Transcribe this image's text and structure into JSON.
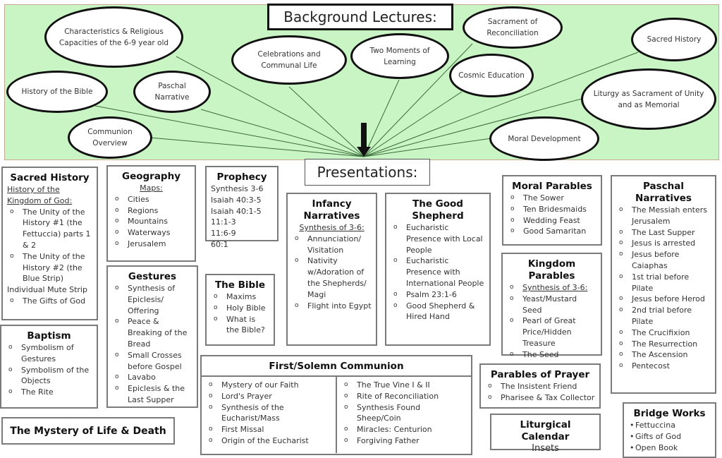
{
  "background": {
    "title": "Background Lectures:",
    "panel_color": "#c9f5c4",
    "lectures": [
      "Characteristics & Religious Capacities of the 6-9 year old",
      "History of the Bible",
      "Paschal Narrative",
      "Communion Overview",
      "Celebrations and Communal Life",
      "Two Moments of Learning",
      "Sacrament of Reconciliation",
      "Cosmic Education",
      "Sacred History",
      "Liturgy as Sacrament of Unity and as Memorial",
      "Moral Development"
    ]
  },
  "presentations": {
    "title": "Presentations:",
    "sacred_history": {
      "title": "Sacred History",
      "subtitle": "History of the Kingdom of God:",
      "items": [
        "The Unity of the History #1 (the Fettuccia) parts 1 & 2",
        "The Unity of the History #2 (the Blue Strip)"
      ],
      "plain": "Individual Mute Strip",
      "items2": [
        "The Gifts of God"
      ]
    },
    "geography": {
      "title": "Geography",
      "subtitle": "Maps:",
      "items": [
        "Cities",
        "Regions",
        "Mountains",
        "Waterways",
        "Jerusalem"
      ]
    },
    "prophecy": {
      "title": "Prophecy",
      "lines": [
        "Synthesis 3-6",
        "Isaiah 40:3-5",
        "Isaiah 40:1-5",
        "11:1-3",
        "11:6-9",
        "60:1"
      ]
    },
    "gestures": {
      "title": "Gestures",
      "items": [
        "Synthesis of Epiclesis/ Offering",
        "Peace & Breaking of the Bread",
        "Small Crosses before Gospel",
        "Lavabo",
        "Epiclesis & the Last Supper"
      ]
    },
    "bible": {
      "title": "The Bible",
      "items": [
        "Maxims",
        "Holy Bible",
        "What is the Bible?"
      ]
    },
    "baptism": {
      "title": "Baptism",
      "items": [
        "Symbolism of Gestures",
        "Symbolism of the Objects",
        "The Rite"
      ]
    },
    "mystery": {
      "title": "The Mystery of Life & Death"
    },
    "infancy": {
      "title": "Infancy Narratives",
      "subtitle": "Synthesis of 3-6:",
      "items": [
        "Annunciation/ Visitation",
        "Nativity w/Adoration of the Shepherds/ Magi",
        "Flight into Egypt"
      ]
    },
    "good_shepherd": {
      "title": "The Good Shepherd",
      "items": [
        "Eucharistic Presence with Local People",
        "Eucharistic Presence with International People",
        "Psalm 23:1-6",
        "Good Shepherd & Hired Hand"
      ]
    },
    "communion": {
      "title": "First/Solemn Communion",
      "left": [
        "Mystery of our Faith",
        "Lord's Prayer",
        "Synthesis of the Eucharist/Mass",
        "First Missal",
        "Origin of the Eucharist"
      ],
      "right": [
        "The True Vine I & II",
        "Rite of Reconciliation",
        "Synthesis Found Sheep/Coin",
        "Miracles: Centurion",
        "Forgiving Father"
      ]
    },
    "moral_parables": {
      "title": "Moral Parables",
      "items": [
        "The Sower",
        "Ten Bridesmaids",
        "Wedding Feast",
        "Good Samaritan"
      ]
    },
    "kingdom_parables": {
      "title": "Kingdom Parables",
      "items": [
        "Synthesis of 3-6:",
        "Yeast/Mustard Seed",
        "Pearl of Great Price/Hidden Treasure",
        "The Seed"
      ]
    },
    "prayer_parables": {
      "title": "Parables of Prayer",
      "items": [
        "The Insistent Friend",
        "Pharisee & Tax Collector"
      ]
    },
    "liturgical": {
      "title": "Liturgical Calendar",
      "subtitle": "Insets"
    },
    "paschal": {
      "title": "Paschal Narratives",
      "items": [
        "The Messiah enters Jerusalem",
        "The Last Supper",
        "Jesus is arrested",
        "Jesus before Caiaphas",
        "1st trial before Pilate",
        "Jesus before Herod",
        "2nd trial before Pilate",
        "The Crucifixion",
        "The Resurrection",
        "The Ascension",
        "Pentecost"
      ]
    },
    "bridge": {
      "title": "Bridge Works",
      "items": [
        "Fettuccina",
        "Gifts of God",
        "Open Book"
      ]
    }
  }
}
